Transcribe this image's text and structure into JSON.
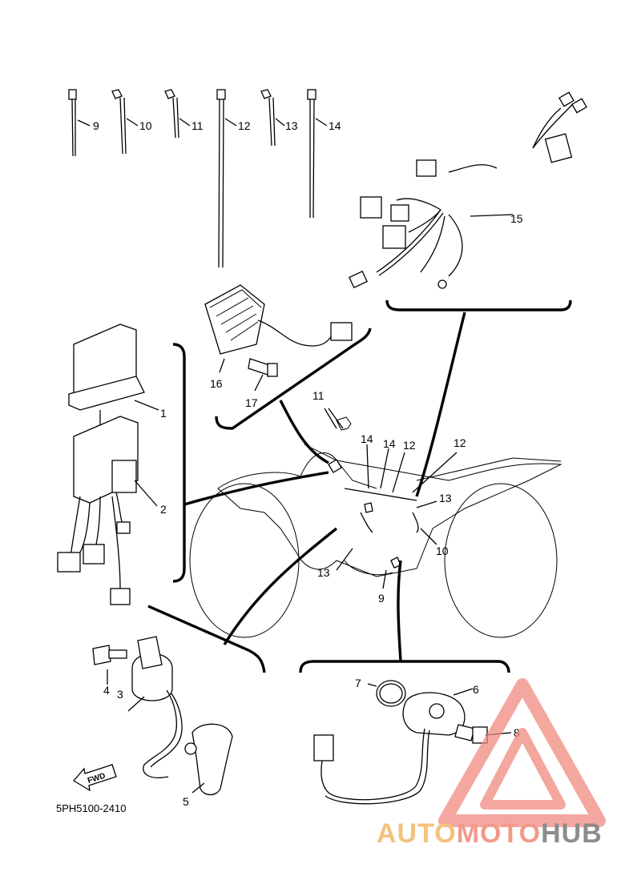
{
  "diagram": {
    "part_code": "5PH5100-2410",
    "fwd_label": "FWD",
    "callouts": [
      {
        "id": "c1",
        "text": "1"
      },
      {
        "id": "c2",
        "text": "2"
      },
      {
        "id": "c3",
        "text": "3"
      },
      {
        "id": "c4",
        "text": "4"
      },
      {
        "id": "c5",
        "text": "5"
      },
      {
        "id": "c6",
        "text": "6"
      },
      {
        "id": "c7",
        "text": "7"
      },
      {
        "id": "c8",
        "text": "8"
      },
      {
        "id": "c9",
        "text": "9"
      },
      {
        "id": "c10",
        "text": "10"
      },
      {
        "id": "c11",
        "text": "11"
      },
      {
        "id": "c12",
        "text": "12"
      },
      {
        "id": "c13",
        "text": "13"
      },
      {
        "id": "c14",
        "text": "14"
      },
      {
        "id": "c15",
        "text": "15"
      },
      {
        "id": "c16",
        "text": "16"
      },
      {
        "id": "c17",
        "text": "17"
      },
      {
        "id": "c11b",
        "text": "11"
      },
      {
        "id": "c14b",
        "text": "14"
      },
      {
        "id": "c14c",
        "text": "14"
      },
      {
        "id": "c12b",
        "text": "12"
      },
      {
        "id": "c12c",
        "text": "12"
      },
      {
        "id": "c13b",
        "text": "13"
      },
      {
        "id": "c10b",
        "text": "10"
      },
      {
        "id": "c13c",
        "text": "13"
      },
      {
        "id": "c9b",
        "text": "9"
      }
    ]
  },
  "watermark": {
    "part1": "AUTO",
    "part2": "MOTO",
    "part3": "HUB",
    "colors": {
      "auto": "#f4c27c",
      "moto": "#f29a8a",
      "hub": "#8c8c8c",
      "triangle": "#f08a80"
    }
  }
}
